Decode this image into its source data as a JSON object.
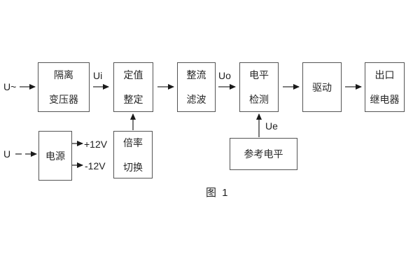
{
  "colors": {
    "background": "#ffffff",
    "box_border": "#545454",
    "ink": "#1f1f1f"
  },
  "diagram": {
    "caption": "图 1",
    "inputs": {
      "ac_input_label": "U~",
      "dc_input_label": "U"
    },
    "signals": {
      "ui": "Ui",
      "uo": "Uo",
      "ue": "Ue",
      "plus_12v": "+12V",
      "minus_12v": "-12V"
    },
    "blocks": {
      "isolation_transformer": {
        "lines": [
          "隔离",
          "变压器"
        ]
      },
      "setting_adjust": {
        "lines": [
          "定值",
          "整定"
        ]
      },
      "rectifier_filter": {
        "lines": [
          "整流",
          "滤波"
        ]
      },
      "level_detection": {
        "lines": [
          "电平",
          "检测"
        ]
      },
      "driver": {
        "lines": [
          "驱动"
        ]
      },
      "output_relay": {
        "lines": [
          "出口",
          "继电器"
        ]
      },
      "power_supply": {
        "lines": [
          "电源"
        ]
      },
      "ratio_switch": {
        "lines": [
          "倍率",
          "切换"
        ]
      },
      "reference_level": {
        "lines": [
          "参考电平"
        ]
      }
    }
  }
}
